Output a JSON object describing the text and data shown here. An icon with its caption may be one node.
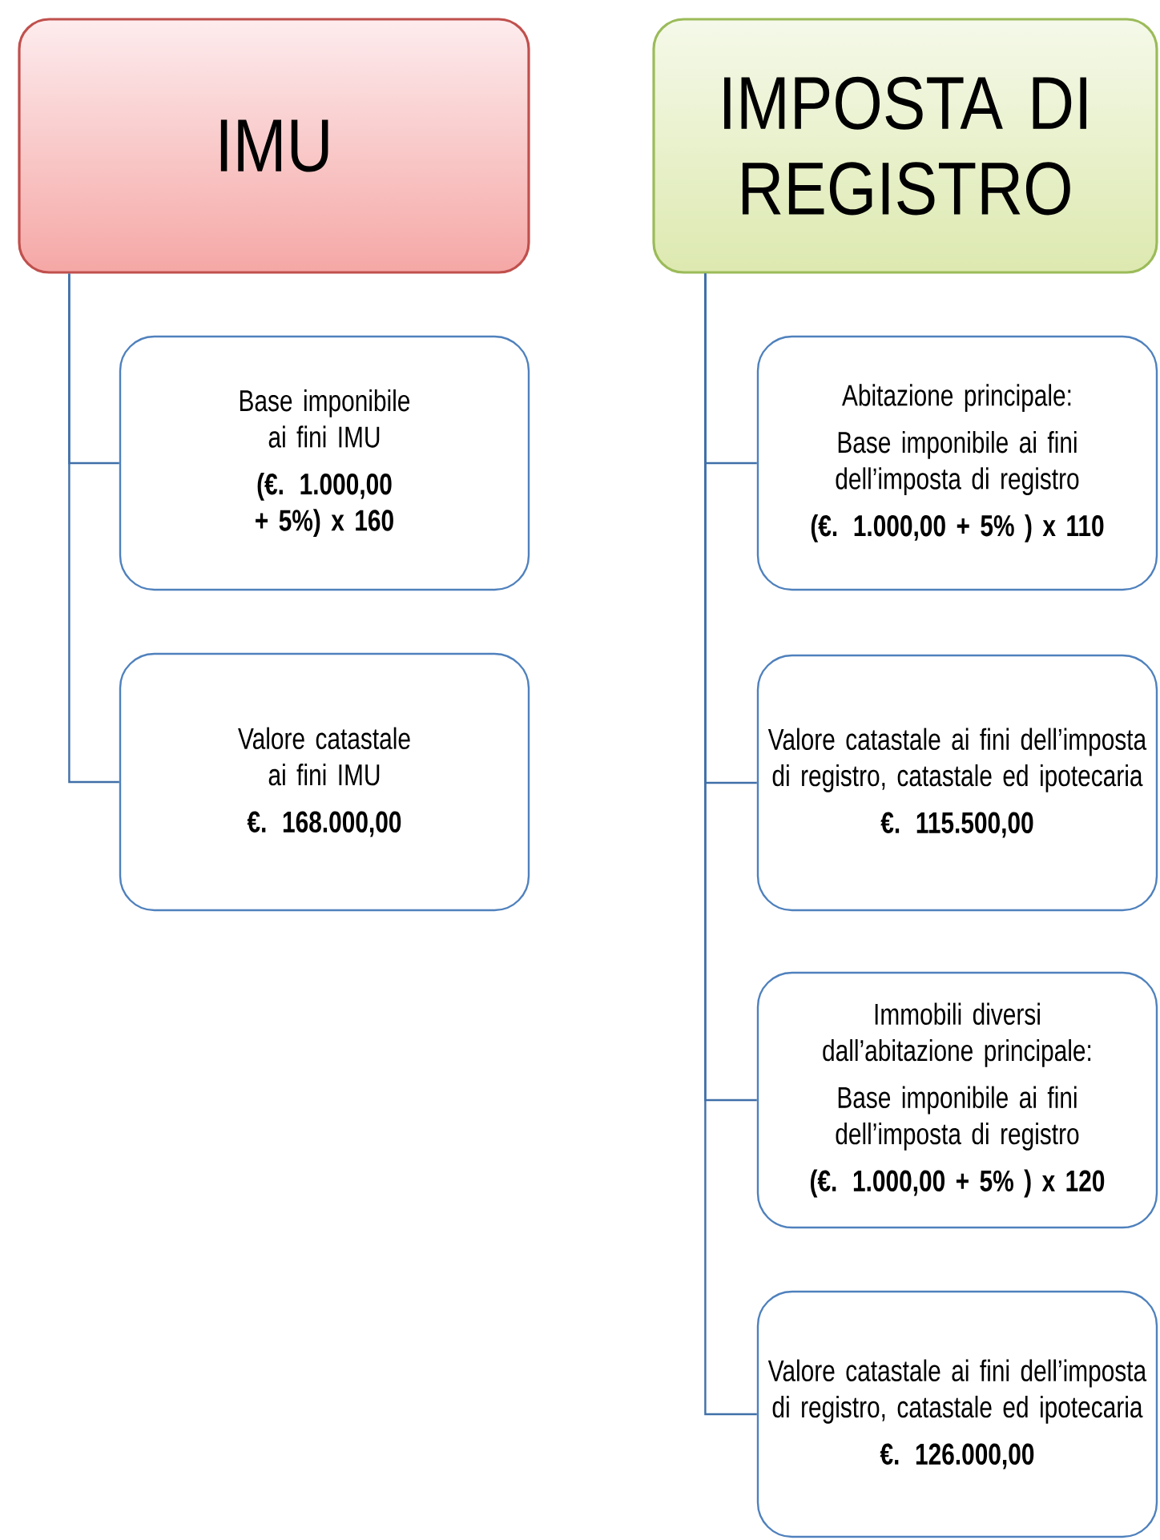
{
  "diagram": {
    "nodes": [
      {
        "text": [
          "IMU"
        ]
      },
      {
        "text": [
          "Base imponibile ai fini IMU",
          "(€. 1.000,00 + 5%) x 160"
        ]
      },
      {
        "text": [
          "Valore catastale ai fini IMU",
          "€. 168.000,00"
        ]
      },
      {
        "text": [
          "IMPOSTA DI REGISTRO"
        ]
      },
      {
        "text": [
          "Abitazione principale:",
          "Base imponibile ai fini dell’imposta di registro",
          "(€. 1.000,00 + 5% ) x 110"
        ]
      },
      {
        "text": [
          "Valore catastale ai fini dell’imposta di registro, catastale ed ipotecaria",
          "€. 115.500,00"
        ]
      },
      {
        "text": [
          "Immobili diversi dall’abitazione principale:",
          "Base imponibile ai fini dell’imposta di registro",
          "(€. 1.000,00 + 5% ) x 120"
        ]
      },
      {
        "text": [
          "Valore catastale ai fini dell’imposta di registro, catastale ed ipotecaria",
          "€. 126.000,00"
        ]
      }
    ],
    "edges": [
      {
        "from": 0,
        "to": 1,
        "arrow": "none"
      },
      {
        "from": 0,
        "to": 2,
        "arrow": "none"
      },
      {
        "from": 3,
        "to": 4,
        "arrow": "none"
      },
      {
        "from": 3,
        "to": 5,
        "arrow": "none"
      },
      {
        "from": 3,
        "to": 6,
        "arrow": "none"
      },
      {
        "from": 3,
        "to": 7,
        "arrow": "none"
      }
    ]
  }
}
